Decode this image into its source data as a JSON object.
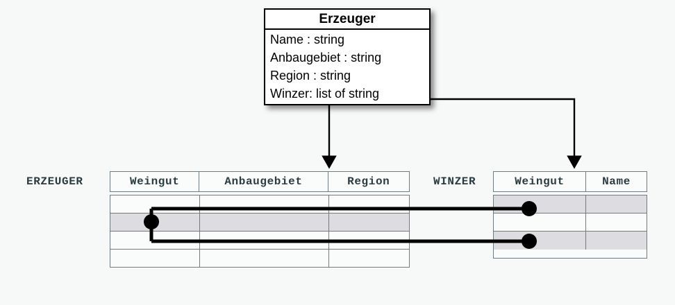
{
  "diagram": {
    "uml_class": {
      "title": "Erzeuger",
      "attributes": [
        "Name : string",
        "Anbaugebiet : string",
        "Region : string",
        "Winzer: list of string"
      ]
    },
    "tables": [
      {
        "label": "ERZEUGER",
        "columns": [
          "Weingut",
          "Anbaugebiet",
          "Region"
        ],
        "row_count": 4,
        "highlighted_rows": [
          2
        ]
      },
      {
        "label": "WINZER",
        "columns": [
          "Weingut",
          "Name"
        ],
        "row_count": 3,
        "highlighted_rows": [
          1,
          3
        ]
      }
    ],
    "colors": {
      "background": "#f7f8f8",
      "table_border": "#6e7b80",
      "table_text": "#2a3b42",
      "row_highlight": "#dcdce1",
      "connector": "#000000",
      "box_border": "#000000",
      "box_fill": "#ffffff"
    }
  }
}
